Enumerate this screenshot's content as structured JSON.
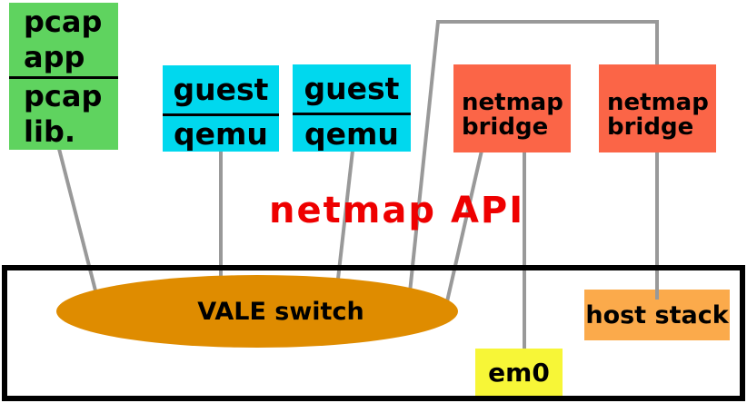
{
  "boxes": {
    "pcap_app": {
      "line1": "pcap",
      "line2": "app",
      "line3": "pcap",
      "line4": "lib.",
      "color": "#5fd35f"
    },
    "guest": {
      "top": "guest",
      "bottom": "qemu",
      "color": "#00d8ee"
    },
    "netmap_bridge": {
      "line1": "netmap",
      "line2": "bridge",
      "color": "#fb6547"
    },
    "host_stack": {
      "label": "host stack",
      "color": "#fbaa4b"
    },
    "em0": {
      "label": "em0",
      "color": "#f7f637"
    },
    "vale_switch": {
      "label": "VALE switch",
      "color": "#df8c00"
    }
  },
  "labels": {
    "api": "netmap API",
    "api_color": "#ee0000"
  },
  "connector_color": "#999999",
  "system_border_color": "#000000"
}
